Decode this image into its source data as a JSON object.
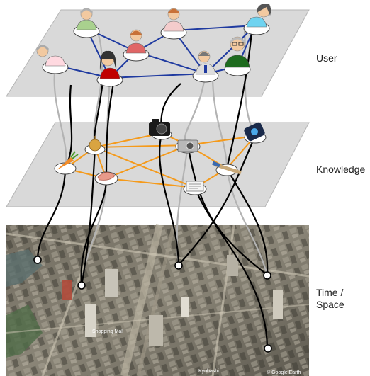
{
  "layers": {
    "user": "User",
    "knowledge": "Knowledge",
    "time_line1": "Time /",
    "time_line2": "Space"
  },
  "map": {
    "attribution": "© Google Earth",
    "place_labels": [
      "Shopping Mall",
      "Kyobashi"
    ]
  },
  "users": [
    {
      "id": "u1",
      "name": "elderly-man-user",
      "shirt": "#a9d18e",
      "hair": "#b0b0b0"
    },
    {
      "id": "u2",
      "name": "woman-user",
      "shirt": "#e06666",
      "hair": "#c87137"
    },
    {
      "id": "u3",
      "name": "nurse-user",
      "shirt": "#f4cccc",
      "hair": "#c87137"
    },
    {
      "id": "u4",
      "name": "girl-user",
      "shirt": "#6fd3f0",
      "hair": "#555555"
    },
    {
      "id": "u5",
      "name": "old-man-user",
      "shirt": "#ffd9e0",
      "hair": "#aaaaaa"
    },
    {
      "id": "u6",
      "name": "long-hair-woman-user",
      "shirt": "#c00000",
      "hair": "#333333"
    },
    {
      "id": "u7",
      "name": "businessman-user",
      "shirt": "#dddddd",
      "hair": "#777777"
    },
    {
      "id": "u8",
      "name": "grandpa-user",
      "shirt": "#1e6b1e",
      "hair": "#bbbbbb"
    }
  ],
  "knowledge_items": [
    {
      "id": "k1",
      "name": "carrot-item"
    },
    {
      "id": "k2",
      "name": "onion-item"
    },
    {
      "id": "k3",
      "name": "meat-item"
    },
    {
      "id": "k4",
      "name": "camera-item"
    },
    {
      "id": "k5",
      "name": "compact-camera-item"
    },
    {
      "id": "k6",
      "name": "smartphone-item"
    },
    {
      "id": "k7",
      "name": "paintbrush-item"
    },
    {
      "id": "k8",
      "name": "newspaper-item"
    }
  ],
  "colors": {
    "plane": "#d9d9d9",
    "plane_edge": "#b5b5b5",
    "user_edge": "#1f3aa0",
    "knowledge_edge": "#f59a1a",
    "link_black": "#000000",
    "link_gray": "#b3b3b3"
  }
}
